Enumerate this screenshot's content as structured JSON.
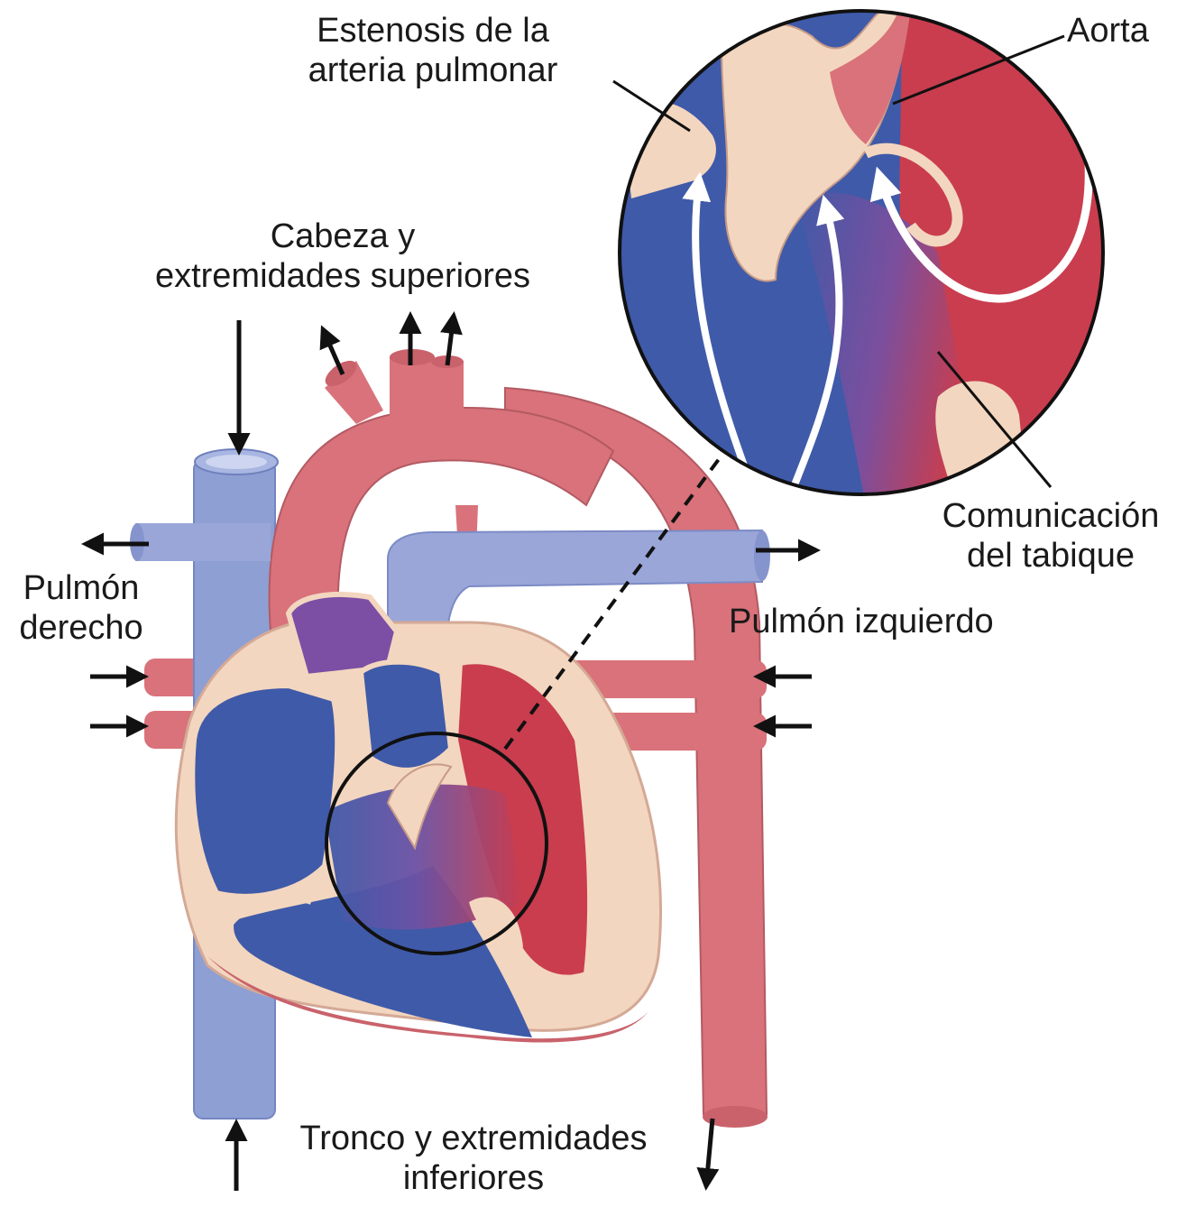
{
  "labels": {
    "estenosis_line1": "Estenosis de la",
    "estenosis_line2": "arteria pulmonar",
    "aorta": "Aorta",
    "cabeza_line1": "Cabeza y",
    "cabeza_line2": "extremidades superiores",
    "pulmon_derecho_line1": "Pulmón",
    "pulmon_derecho_line2": "derecho",
    "pulmon_izquierdo": "Pulmón izquierdo",
    "comunicacion_line1": "Comunicación",
    "comunicacion_line2": "del tabique",
    "tronco_line1": "Tronco y extremidades",
    "tronco_line2": "inferiores"
  },
  "colors": {
    "deoxygenated": "#3f5aa8",
    "oxygenated": "#c93d4e",
    "artery_pink": "#d9727a",
    "vein_light": "#8e9fd4",
    "pulm_artery_light": "#9aa6d8",
    "tissue": "#f3d6bf",
    "purple": "#7c4fa5",
    "outline": "#111111"
  }
}
